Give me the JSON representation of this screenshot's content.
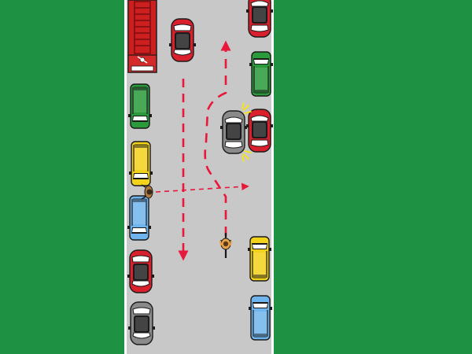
{
  "scene": {
    "title": "",
    "colors": {
      "grass": "#1e9142",
      "road": "#c8c8c8",
      "curb": "#ffffff",
      "path_arrow": "#e8183a",
      "hazard_flash": "#ffe600"
    },
    "vehicles": [
      {
        "name": "fire-truck",
        "type": "fire-truck",
        "color": "#cc1f1f",
        "heading": "down"
      },
      {
        "name": "car-red-center-lane",
        "type": "car",
        "color": "#d9202c",
        "heading": "down"
      },
      {
        "name": "car-green-left-1",
        "type": "van",
        "color": "#2a9a3a",
        "heading": "down",
        "parked": true
      },
      {
        "name": "car-yellow-left",
        "type": "van",
        "color": "#f2d21b",
        "heading": "down",
        "parked": true
      },
      {
        "name": "car-blue-left",
        "type": "van",
        "color": "#6fb4ec",
        "heading": "down",
        "parked": true
      },
      {
        "name": "car-red-left",
        "type": "car",
        "color": "#d9202c",
        "heading": "down",
        "parked": true
      },
      {
        "name": "car-gray-left",
        "type": "car",
        "color": "#8a8a8a",
        "heading": "down",
        "parked": true
      },
      {
        "name": "car-red-right-top",
        "type": "car",
        "color": "#d9202c",
        "heading": "up",
        "parked": true
      },
      {
        "name": "car-green-right",
        "type": "van",
        "color": "#2a9a3a",
        "heading": "up",
        "parked": true
      },
      {
        "name": "car-red-right",
        "type": "car",
        "color": "#d9202c",
        "heading": "up",
        "parked": true
      },
      {
        "name": "car-gray-merging",
        "type": "car",
        "color": "#8a8a8a",
        "heading": "up",
        "hazard_lights": true
      },
      {
        "name": "car-yellow-right",
        "type": "van",
        "color": "#f2d21b",
        "heading": "up",
        "parked": true
      },
      {
        "name": "car-blue-right",
        "type": "van",
        "color": "#6fb4ec",
        "heading": "up",
        "parked": true
      }
    ],
    "road_users": [
      {
        "name": "pedestrian",
        "type": "pedestrian",
        "heading": "right"
      },
      {
        "name": "cyclist",
        "type": "cyclist",
        "heading": "up"
      }
    ],
    "paths": [
      {
        "name": "path-straight-down",
        "style": "dashed",
        "arrowhead": true
      },
      {
        "name": "path-merge-up",
        "style": "dashed",
        "arrowhead": true
      },
      {
        "name": "path-pedestrian-crossing",
        "style": "dashed-thin",
        "arrowhead": true
      },
      {
        "name": "path-cyclist-up",
        "style": "dashed",
        "arrowhead": false
      }
    ]
  }
}
